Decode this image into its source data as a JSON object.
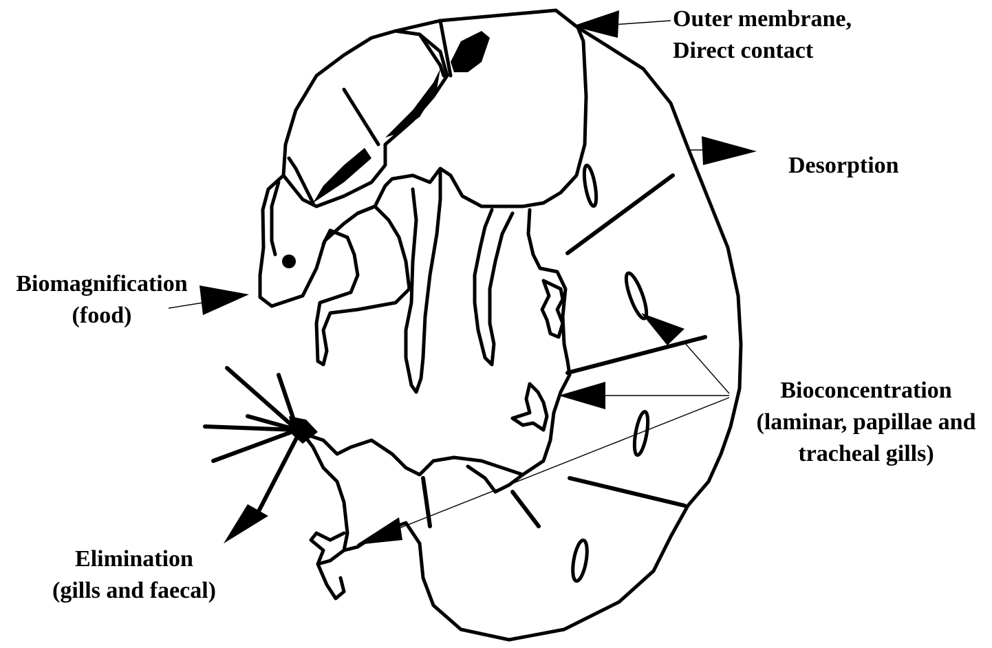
{
  "labels": {
    "outer_membrane": "Outer membrane,",
    "direct_contact": "Direct contact",
    "desorption": "Desorption",
    "biomagnification": "Biomagnification",
    "biomagnification_sub": "(food)",
    "bioconcentration": "Bioconcentration",
    "bioconcentration_sub1": "(laminar, papillae and",
    "bioconcentration_sub2": "tracheal gills)",
    "elimination": "Elimination",
    "elimination_sub": "(gills and faecal)"
  },
  "colors": {
    "line": "#000000",
    "background": "#ffffff"
  },
  "icons": [
    "arrowhead-icon"
  ]
}
